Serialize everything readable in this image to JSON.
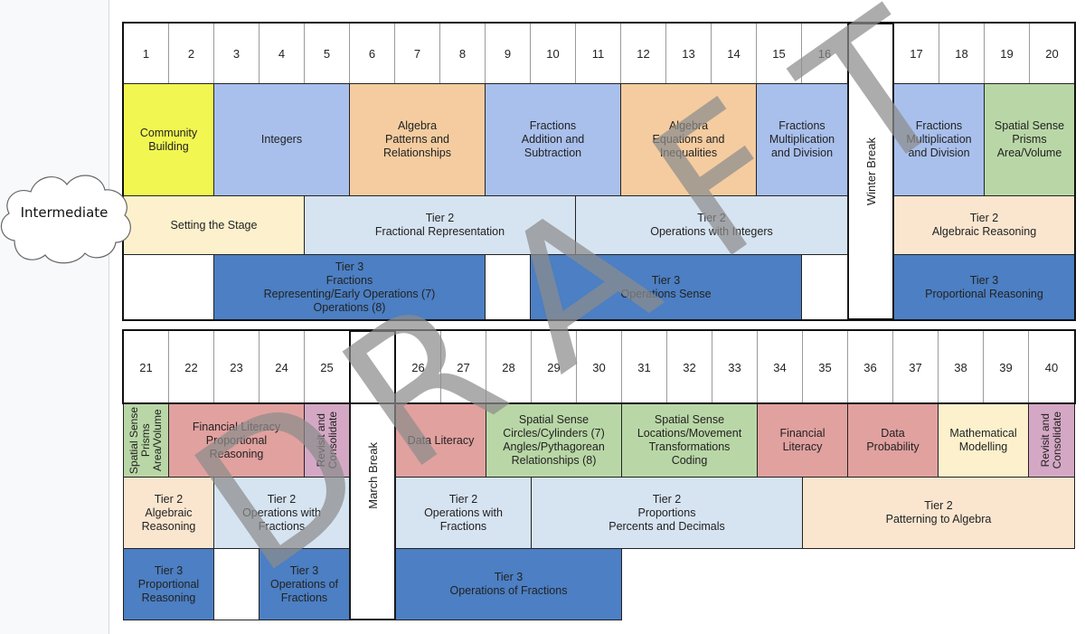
{
  "badge": {
    "label": "Intermediate"
  },
  "watermark": "DRAFT",
  "top": {
    "weeks": [
      "1",
      "2",
      "3",
      "4",
      "5",
      "6",
      "7",
      "8",
      "9",
      "10",
      "11",
      "12",
      "13",
      "14",
      "15",
      "16",
      "17",
      "18",
      "19",
      "20"
    ],
    "winter_break": "Winter Break",
    "units": [
      "Community\nBuilding",
      "Integers",
      "Algebra\nPatterns and\nRelationships",
      "Fractions\nAddition and\nSubtraction",
      "Algebra\nEquations and\nInequalities",
      "Fractions\nMultiplication\nand Division",
      "Fractions\nMultiplication\nand Division",
      "Spatial Sense\nPrisms\nArea/Volume"
    ],
    "tier2": [
      "Setting the Stage",
      "Tier 2\nFractional Representation",
      "Tier 2\nOperations with Integers",
      "Tier 2\nAlgebraic Reasoning"
    ],
    "tier3": [
      "Tier 3\nFractions\nRepresenting/Early Operations (7)\nOperations (8)",
      "Tier 3\nOperations Sense",
      "Tier 3\nProportional Reasoning"
    ]
  },
  "bottom": {
    "weeks": [
      "21",
      "22",
      "23",
      "24",
      "25",
      "26",
      "27",
      "28",
      "29",
      "30",
      "31",
      "32",
      "33",
      "34",
      "35",
      "36",
      "37",
      "38",
      "39",
      "40"
    ],
    "march_break": "March Break",
    "units": [
      "Spatial Sense\nPrisms\nArea/Volume",
      "Financial Literacy\nProportional\nReasoning",
      "Revisit and\nConsolidate",
      "Data Literacy",
      "Spatial Sense\nCircles/Cylinders (7)\nAngles/Pythagorean\nRelationships (8)",
      "Spatial Sense\nLocations/Movement\nTransformations\nCoding",
      "Financial\nLiteracy",
      "Data\nProbability",
      "Mathematical\nModelling",
      "Revisit and\nConsolidate"
    ],
    "tier2": [
      "Tier 2\nAlgebraic\nReasoning",
      "Tier 2\nOperations with\nFractions",
      "Tier 2\nOperations with\nFractions",
      "Tier 2\nProportions\nPercents and Decimals",
      "Tier 2\nPatterning to Algebra"
    ],
    "tier3": [
      "Tier 3\nProportional\nReasoning",
      "Tier 3\nOperations of\nFractions",
      "Tier 3\nOperations of Fractions"
    ]
  },
  "colors": {
    "yellow": "#f2f651",
    "blue": "#a9c0ec",
    "orange": "#f4cca0",
    "green": "#b9d7a6",
    "red": "#e1a19f",
    "purple": "#d4a8c4",
    "cream": "#fcf1cc",
    "peach": "#fae6cf",
    "pale_blue": "#d6e3f1",
    "dark_blue": "#4c7fc3"
  }
}
